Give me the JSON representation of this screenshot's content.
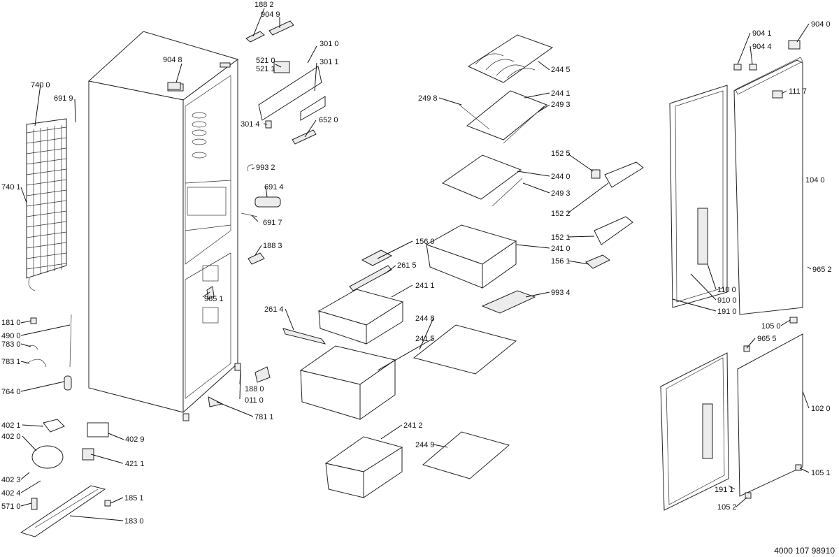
{
  "document_number": "4000 107 98910",
  "labels": {
    "l1882": "188 2",
    "l9049": "904 9",
    "l9048": "904 8",
    "l5210": "521 0",
    "l5211": "521 1",
    "l3010": "301 0",
    "l3011": "301 1",
    "l3014": "301 4",
    "l6520": "652 0",
    "l7400": "740 0",
    "l6919": "691 9",
    "l7401": "740 1",
    "l9932": "993 2",
    "l6914": "691 4",
    "l6917": "691 7",
    "l1883": "188 3",
    "l9651": "965 1",
    "l1810": "181 0",
    "l4900": "490 0",
    "l7830": "783 0",
    "l7831": "783 1",
    "l7640": "764 0",
    "l1880": "188 0",
    "l0110": "011 0",
    "l7811": "781 1",
    "l4021": "402 1",
    "l4020": "402 0",
    "l4029": "402 9",
    "l4211": "421 1",
    "l4023": "402 3",
    "l4024": "402 4",
    "l5710": "571 0",
    "l1851": "185 1",
    "l1830": "183 0",
    "l2445": "244 5",
    "l2498": "249 8",
    "l2441": "244 1",
    "l2493a": "249 3",
    "l2440": "244 0",
    "l2493b": "249 3",
    "l1525": "152 5",
    "l1522": "152 2",
    "l1521": "152 1",
    "l1561": "156 1",
    "l1560": "156 0",
    "l2410": "241 0",
    "l2615": "261 5",
    "l2411": "241 1",
    "l9934": "993 4",
    "l2614": "261 4",
    "l2448": "244 8",
    "l2415": "241 5",
    "l2412": "241 2",
    "l2449": "244 9",
    "l9041": "904 1",
    "l9044": "904 4",
    "l9040": "904 0",
    "l1117": "111 7",
    "l1040": "104 0",
    "l9652": "965 2",
    "l1100": "110 0",
    "l9100": "910 0",
    "l1910": "191 0",
    "l1050": "105 0",
    "l9655": "965 5",
    "l1020": "102 0",
    "l1051": "105 1",
    "l1911": "191 1",
    "l1052": "105 2"
  }
}
